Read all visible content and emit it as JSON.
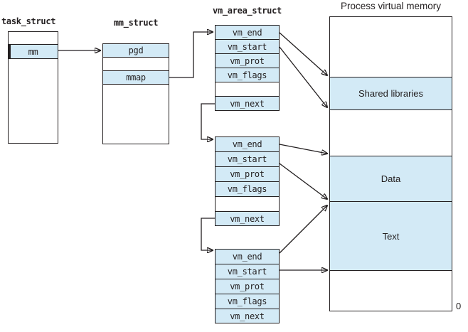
{
  "colors": {
    "box_fill": "#d3eaf6",
    "line": "#231f20",
    "background": "#ffffff"
  },
  "task_struct": {
    "title": "task_struct",
    "fields": {
      "mm": "mm"
    }
  },
  "mm_struct": {
    "title": "mm_struct",
    "fields": {
      "pgd": "pgd",
      "mmap": "mmap"
    }
  },
  "vm_area": {
    "title": "vm_area_struct",
    "structs": [
      {
        "rows": [
          "vm_end",
          "vm_start",
          "vm_prot",
          "vm_flags",
          "",
          "vm_next"
        ]
      },
      {
        "rows": [
          "vm_end",
          "vm_start",
          "vm_prot",
          "vm_flags",
          "",
          "vm_next"
        ]
      },
      {
        "rows": [
          "vm_end",
          "vm_start",
          "vm_prot",
          "vm_flags",
          "vm_next"
        ]
      }
    ]
  },
  "memory": {
    "title": "Process virtual memory",
    "segments": [
      "",
      "Shared libraries",
      "",
      "Data",
      "Text",
      ""
    ],
    "origin_label": "0"
  }
}
